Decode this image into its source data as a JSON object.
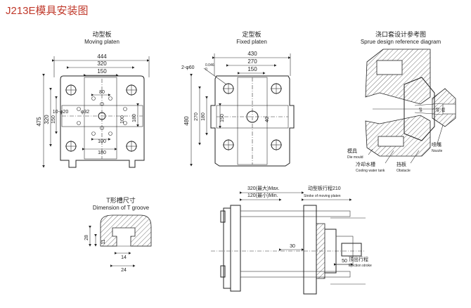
{
  "title": "J213E模具安装图",
  "moving_platen": {
    "label_cn": "动型板",
    "label_en": "Moving platen",
    "dims": [
      "444",
      "320",
      "150",
      "80",
      "10-φ20",
      "φ32",
      "150",
      "320",
      "475",
      "100",
      "180",
      "100",
      "180"
    ]
  },
  "fixed_platen": {
    "label_cn": "定型板",
    "label_en": "Fixed platen",
    "dims": [
      "430",
      "270",
      "150",
      "2-φ60",
      "0.046",
      "0",
      "480",
      "270",
      "180",
      "150",
      "40"
    ]
  },
  "sprue": {
    "label_cn": "浇口套设计参考图",
    "label_en": "Sprue design reference diagram",
    "parts": [
      {
        "cn": "模具",
        "en": "Die mould"
      },
      {
        "cn": "冷却水槽",
        "en": "Cooling water tank"
      },
      {
        "cn": "挡板",
        "en": "Obstacle"
      },
      {
        "cn": "喷嘴",
        "en": "Nozzle"
      }
    ],
    "dims": [
      "φ8",
      "φ3",
      "R8"
    ]
  },
  "t_groove": {
    "label_cn": "T形槽尺寸",
    "label_en": "Dimension of T groove",
    "dims": [
      "28",
      "11",
      "14",
      "24"
    ]
  },
  "stroke": {
    "max_label": "320(最大)Max.",
    "min_label": "120(最小)Min.",
    "moving_stroke_cn": "动型板行程210",
    "moving_stroke_en": "Stroke of moving platen",
    "ejection_cn": "顶出行程",
    "ejection_en": "Ejection stroke",
    "dims": [
      "30",
      "50"
    ]
  }
}
